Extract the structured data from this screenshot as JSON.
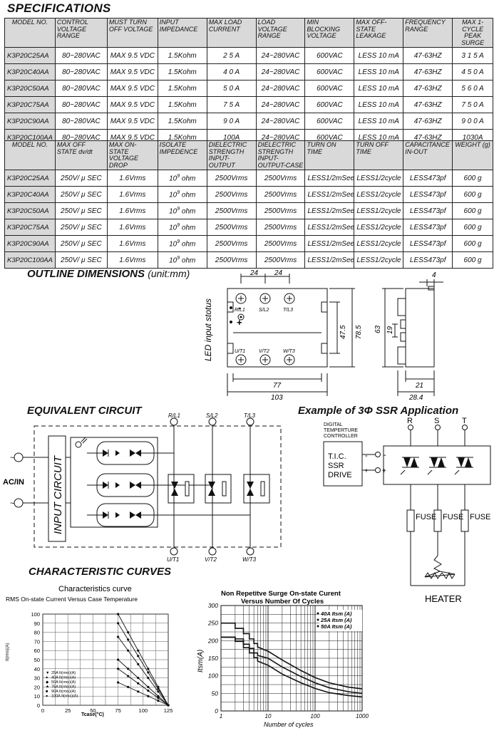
{
  "title": "SPECIFICATIONS",
  "table1": {
    "headers": [
      "MODEL NO.",
      "CONTROL VOLTAGE RANGE",
      "MUST TURN OFF VOLTAGE",
      "INPUT IMPEDANCE",
      "MAX LOAD CURRENT",
      "LOAD VOLTAGE RANGE",
      "MIN BLOCKING VOLTAGE",
      "MAX OFF-STATE LEAKAGE",
      "FREQUENCY RANGE",
      "MAX 1-CYCLE PEAK SURGE"
    ],
    "rows": [
      [
        "K3P20C25AA",
        "80~280VAC",
        "MAX 9.5 VDC",
        "1.5Kohm",
        "2 5 A",
        "24~280VAC",
        "600VAC",
        "LESS 10 mA",
        "47-63HZ",
        "3 1 5 A"
      ],
      [
        "K3P20C40AA",
        "80~280VAC",
        "MAX 9.5 VDC",
        "1.5Kohm",
        "4 0 A",
        "24~280VAC",
        "600VAC",
        "LESS 10 mA",
        "47-63HZ",
        "4 5 0 A"
      ],
      [
        "K3P20C50AA",
        "80~280VAC",
        "MAX 9.5 VDC",
        "1.5Kohm",
        "5 0 A",
        "24~280VAC",
        "600VAC",
        "LESS 10 mA",
        "47-63HZ",
        "5 6 0 A"
      ],
      [
        "K3P20C75AA",
        "80~280VAC",
        "MAX 9.5 VDC",
        "1.5Kohm",
        "7 5 A",
        "24~280VAC",
        "600VAC",
        "LESS 10 mA",
        "47-63HZ",
        "7 5 0 A"
      ],
      [
        "K3P20C90AA",
        "80~280VAC",
        "MAX 9.5 VDC",
        "1.5Kohm",
        "9 0 A",
        "24~280VAC",
        "600VAC",
        "LESS 10 mA",
        "47-63HZ",
        "9 0 0 A"
      ],
      [
        "K3P20C100AA",
        "80~280VAC",
        "MAX 9.5 VDC",
        "1.5Kohm",
        "100A",
        "24~280VAC",
        "600VAC",
        "LESS 10 mA",
        "47-63HZ",
        "1030A"
      ]
    ]
  },
  "table2": {
    "headers": [
      "MODEL NO.",
      "MAX OFF STATE dv/dt",
      "MAX ON-STATE VOLTAGE DROP",
      "ISOLATE IMPEDENCE",
      "DIELECTRIC STRENGTH INPUT-OUTPUT",
      "DIELECTRIC STRENGTH INPUT-OUTPUT-CASE",
      "TURN ON TIME",
      "TURN OFF TIME",
      "CAPACITANCE IN-OUT",
      "WEIGHT (g)"
    ],
    "isolate": {
      "base": "10",
      "exp": "9",
      "unit": "ohm"
    },
    "rows": [
      [
        "K3P20C25AA",
        "250V/ μ SEC",
        "1.6Vrms",
        "",
        "2500Vrms",
        "2500Vrms",
        "LESS1/2mSee",
        "LESS1/2cycle",
        "LESS473pf",
        "600 g"
      ],
      [
        "K3P20C40AA",
        "250V/ μ SEC",
        "1.6Vrms",
        "",
        "2500Vrms",
        "2500Vrms",
        "LESS1/2mSee",
        "LESS1/2cycle",
        "LESS473pf",
        "600 g"
      ],
      [
        "K3P20C50AA",
        "250V/ μ SEC",
        "1.6Vrms",
        "",
        "2500Vrms",
        "2500Vrms",
        "LESS1/2mSee",
        "LESS1/2cycle",
        "LESS473pf",
        "600 g"
      ],
      [
        "K3P20C75AA",
        "250V/ μ SEC",
        "1.6Vrms",
        "",
        "2500Vrms",
        "2500Vrms",
        "LESS1/2mSee",
        "LESS1/2cycle",
        "LESS473pf",
        "600 g"
      ],
      [
        "K3P20C90AA",
        "250V/ μ SEC",
        "1.6Vrms",
        "",
        "2500Vrms",
        "2500Vrms",
        "LESS1/2mSee",
        "LESS1/2cycle",
        "LESS473pf",
        "600 g"
      ],
      [
        "K3P20C100AA",
        "250V/ μ SEC",
        "1.6Vrms",
        "",
        "2500Vrms",
        "2500Vrms",
        "LESS1/2mSee",
        "LESS1/2cycle",
        "LESS473pf",
        "600 g"
      ]
    ]
  },
  "outline": {
    "title": "OUTLINE DIMENSIONS",
    "unit": "(unit:mm)",
    "led_label": "LED input stotus",
    "terminals_top": [
      "R/L1",
      "S/L2",
      "T/L3"
    ],
    "terminals_bottom": [
      "U/T1",
      "V/T2",
      "W/T3"
    ],
    "dims": {
      "top_a": "24",
      "top_b": "24",
      "h_inner": "47.5",
      "h_outer": "78.5",
      "w_inner": "77",
      "w_outer": "103",
      "side_top": "4",
      "side_h": "63",
      "side_mid": "19",
      "side_w": "21",
      "side_w2": "28.4"
    },
    "minus": "-",
    "plus": "+"
  },
  "equiv": {
    "title": "EQUIVALENT  CIRCUIT",
    "input_label": "INPUT CIRCUIT",
    "acin": "AC/IN",
    "tilde": "~",
    "top_terms": [
      "R/L1",
      "S/L2",
      "T/L3"
    ],
    "bottom_terms": [
      "U/T1",
      "V/T2",
      "W/T3"
    ]
  },
  "app": {
    "title": "Example of 3Φ SSR Application",
    "controller": [
      "DIGITAL",
      "TEMPERTURE",
      "CONTROLLER"
    ],
    "tic": [
      "T.I.C.",
      "SSR",
      "DRIVE"
    ],
    "phases": [
      "R",
      "S",
      "T"
    ],
    "fuse": "FUSE",
    "heater": "HEATER",
    "minus": "-",
    "plus": "+"
  },
  "curves": {
    "title": "CHARACTERISTIC  CURVES"
  },
  "chart_data": [
    {
      "type": "line",
      "title": "Characteristics curve",
      "subtitle": "RMS  On-state   Current  Versus  Case  Temperature",
      "xlabel": "Tcase(°C)",
      "ylabel": "It(rms)(A)",
      "xlim": [
        0,
        125
      ],
      "ylim": [
        0,
        100
      ],
      "xticks": [
        0,
        25,
        50,
        75,
        100,
        125
      ],
      "yticks": [
        0,
        10,
        20,
        30,
        40,
        50,
        60,
        70,
        80,
        90,
        100
      ],
      "grid": true,
      "legend": "bottom-left",
      "series": [
        {
          "name": "25A It(rms)(A)",
          "marker": "▼",
          "x": [
            75,
            125
          ],
          "y": [
            25,
            0
          ]
        },
        {
          "name": "40A It(rms)(A)",
          "marker": "●",
          "x": [
            75,
            125
          ],
          "y": [
            40,
            0
          ]
        },
        {
          "name": "50A It(rms)(A)",
          "marker": "◆",
          "x": [
            75,
            125
          ],
          "y": [
            50,
            0
          ]
        },
        {
          "name": "75A It(rms)(A)",
          "marker": "★",
          "x": [
            75,
            125
          ],
          "y": [
            75,
            0
          ]
        },
        {
          "name": "90A It(rms)(A)",
          "marker": "■",
          "x": [
            75,
            125
          ],
          "y": [
            90,
            0
          ]
        },
        {
          "name": "100A It(rms)(A)",
          "marker": "●",
          "x": [
            75,
            125
          ],
          "y": [
            100,
            0
          ]
        }
      ]
    },
    {
      "type": "line",
      "title": "Non  Repetitve  Surge  On-state  Curent",
      "subtitle": "Versus  Number  Of  Cycles",
      "xlabel": "Number of cycles",
      "ylabel": "Itsm(A)",
      "xscale": "log",
      "xlim": [
        1,
        1000
      ],
      "ylim": [
        0,
        300
      ],
      "xticks": [
        1,
        10,
        100,
        1000
      ],
      "yticks": [
        0,
        50,
        100,
        150,
        200,
        250,
        300
      ],
      "grid": true,
      "legend": "top-right",
      "series": [
        {
          "name": "40A Itsm (A)",
          "x": [
            1,
            2,
            3,
            4,
            5,
            6,
            10,
            20,
            50,
            100,
            200,
            500,
            1000
          ],
          "y": [
            250,
            235,
            220,
            205,
            192,
            182,
            170,
            145,
            115,
            95,
            80,
            68,
            63
          ]
        },
        {
          "name": "25A Itsm (A)",
          "x": [
            1,
            2,
            3,
            4,
            5,
            6,
            10,
            20,
            50,
            100,
            200,
            500,
            1000
          ],
          "y": [
            210,
            205,
            190,
            178,
            165,
            158,
            150,
            125,
            98,
            80,
            66,
            55,
            50
          ]
        },
        {
          "name": "50A Itsm (A)",
          "x": [
            1,
            2,
            3,
            4,
            5,
            6,
            10,
            20,
            50,
            100,
            200,
            500,
            1000
          ],
          "y": [
            210,
            198,
            180,
            165,
            152,
            142,
            130,
            105,
            80,
            64,
            52,
            44,
            40
          ]
        }
      ]
    }
  ]
}
